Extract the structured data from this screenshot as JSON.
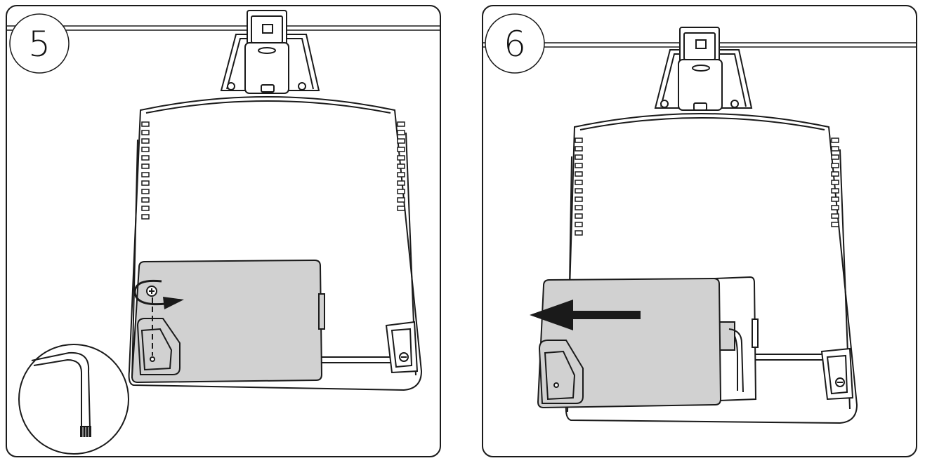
{
  "steps": [
    {
      "number": "5",
      "action": "unscrew-cover-screw",
      "tool_icon": "hex-key-icon",
      "arrow_icon": "rotate-arrow-icon"
    },
    {
      "number": "6",
      "action": "slide-cover-off",
      "arrow_icon": "left-arrow-icon"
    }
  ],
  "colors": {
    "outline": "#1a1a1a",
    "cover_fill": "#d1d1d1",
    "background": "#ffffff"
  }
}
